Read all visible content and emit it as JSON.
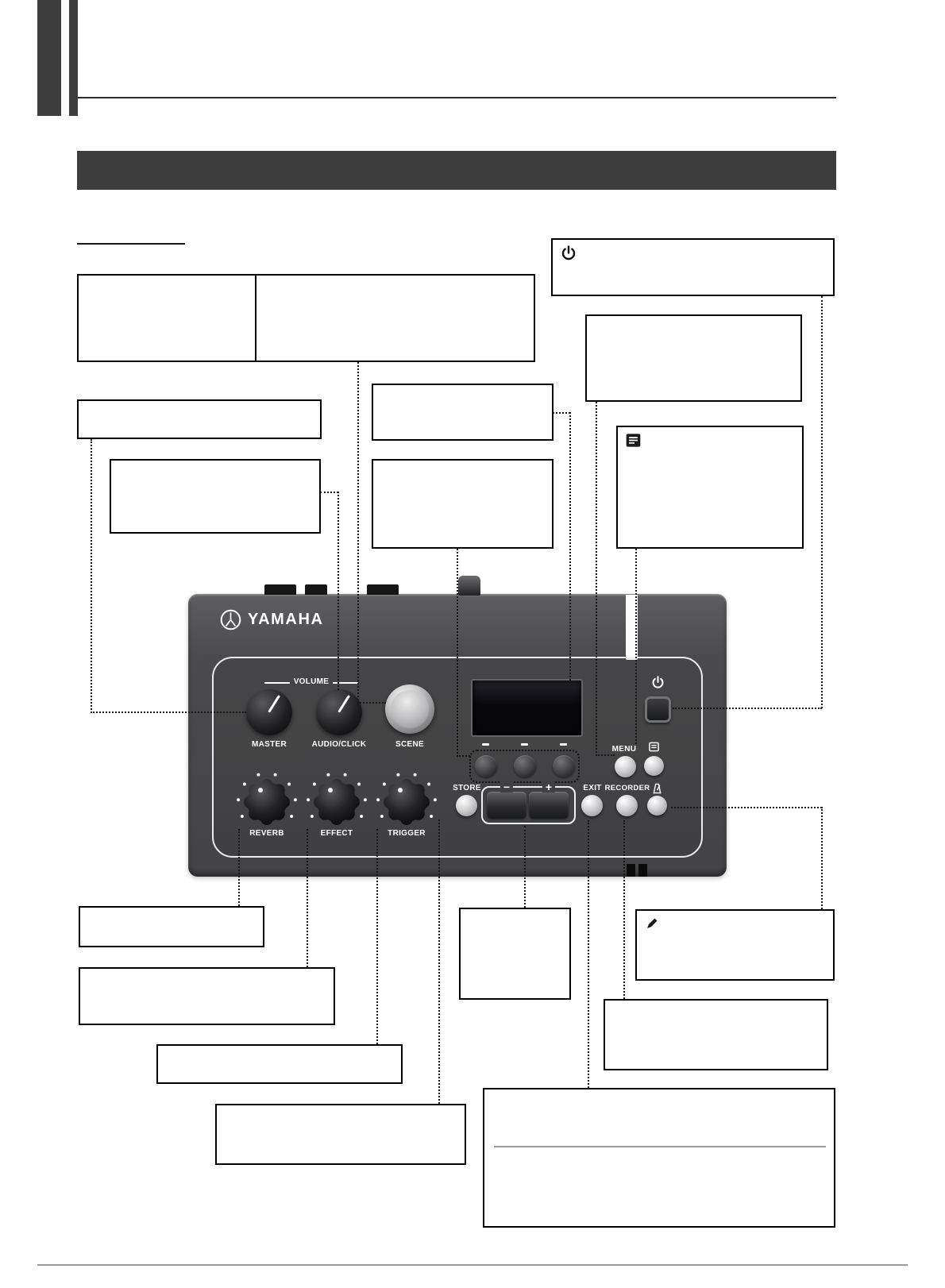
{
  "page": {
    "background": "#ffffff",
    "header_bar_color": "#3d3d3d",
    "margin_bar_color": "#3e3e3e"
  },
  "device": {
    "brand": "YAMAHA",
    "volume": {
      "label": "VOLUME",
      "master_label": "MASTER",
      "audio_click_label": "AUDIO/CLICK"
    },
    "scene_label": "SCENE",
    "effect_knobs": [
      {
        "label": "REVERB"
      },
      {
        "label": "EFFECT"
      },
      {
        "label": "TRIGGER"
      }
    ],
    "buttons": {
      "menu": "MENU",
      "store": "STORE",
      "exit": "EXIT",
      "recorder": "RECORDER",
      "minus": "−",
      "plus": "+"
    },
    "icons": {
      "power": "power-icon",
      "click_list": "list-icon",
      "metronome": "metronome-icon"
    },
    "colors": {
      "body": "#4a4a4c",
      "label_text": "#ffffff",
      "display_bg": "#0b0b0e",
      "light_button": "#c8c8ca",
      "dark_button": "#2d2d2f"
    }
  },
  "callouts": {
    "power_box_icon": "power-icon",
    "click_box_icon": "list-icon",
    "note_box_icon": "pencil-icon"
  }
}
